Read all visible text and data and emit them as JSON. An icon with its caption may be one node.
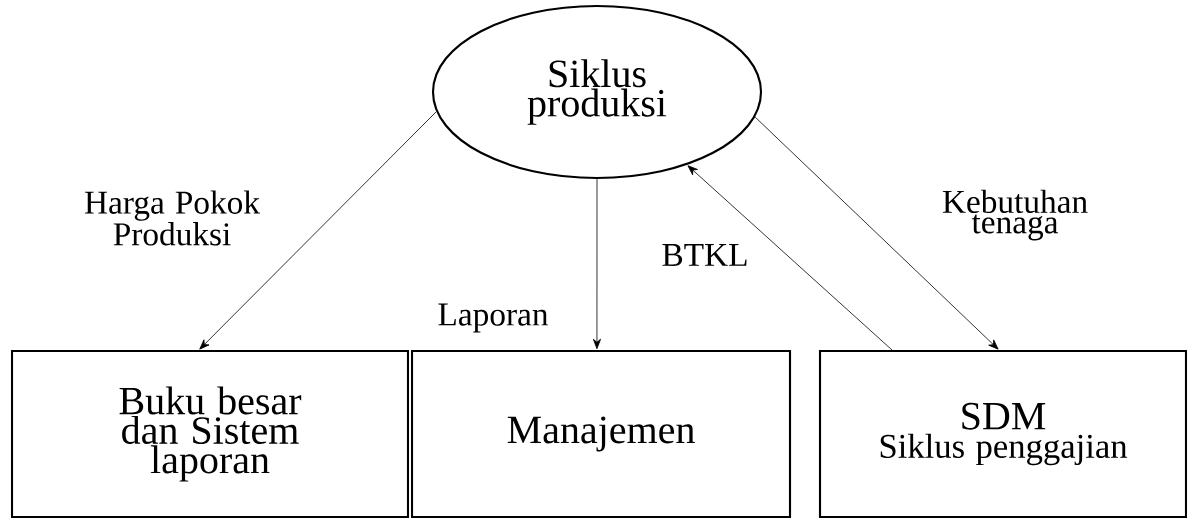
{
  "diagram": {
    "nodes": [
      {
        "text": [
          "Siklus produksi"
        ]
      },
      {
        "text": [
          "Buku besar dan Sistem laporan"
        ]
      },
      {
        "text": [
          "Manajemen"
        ]
      },
      {
        "text": [
          "SDM",
          "Siklus penggajian"
        ]
      }
    ],
    "edges": [
      {
        "from": 0,
        "to": 1,
        "arrow": "to",
        "label": "Harga Pokok Produksi"
      },
      {
        "from": 0,
        "to": 2,
        "arrow": "to",
        "label": "Laporan"
      },
      {
        "from": 0,
        "to": 3,
        "arrow": "to",
        "label": "Kebutuhan tenaga"
      },
      {
        "from": 3,
        "to": 0,
        "arrow": "to",
        "label": "BTKL"
      }
    ]
  }
}
